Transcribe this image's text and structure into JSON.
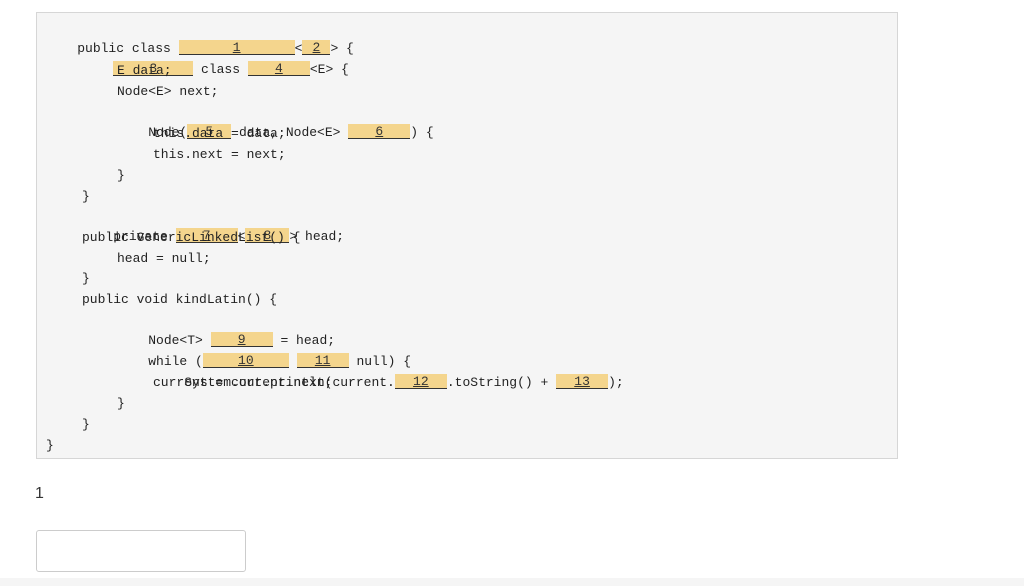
{
  "code": {
    "line1_a": "public class ",
    "line1_b": "<",
    "line1_c": "> {",
    "line2_a": "class ",
    "line2_b": "<E> {",
    "line3": "E data;",
    "line4": "Node<E> next;",
    "line5_a": "Node(",
    "line5_b": " data, Node<E> ",
    "line5_c": ") {",
    "line6": "this.data = data;",
    "line7": "this.next = next;",
    "line8": "}",
    "line9": "}",
    "line10_a": "private ",
    "line10_b": "<",
    "line10_c": "> head;",
    "line11": "public GenericLinkedList() {",
    "line12": "head = null;",
    "line13": "}",
    "line14": "public void kindLatin() {",
    "line15_a": "Node<T> ",
    "line15_b": " = head;",
    "line16_a": "while (",
    "line16_b": "null) {",
    "line17_a": "System.out.println(current.",
    "line17_b": ".toString() + ",
    "line17_c": ");",
    "line18": "current = current.next;",
    "line19": "}",
    "line20": "}",
    "line21": "}"
  },
  "blanks": [
    "1",
    "2",
    "3",
    "4",
    "5",
    "6",
    "7",
    "8",
    "9",
    "10",
    "11",
    "12",
    "13"
  ],
  "answer": {
    "label": "1",
    "value": ""
  }
}
